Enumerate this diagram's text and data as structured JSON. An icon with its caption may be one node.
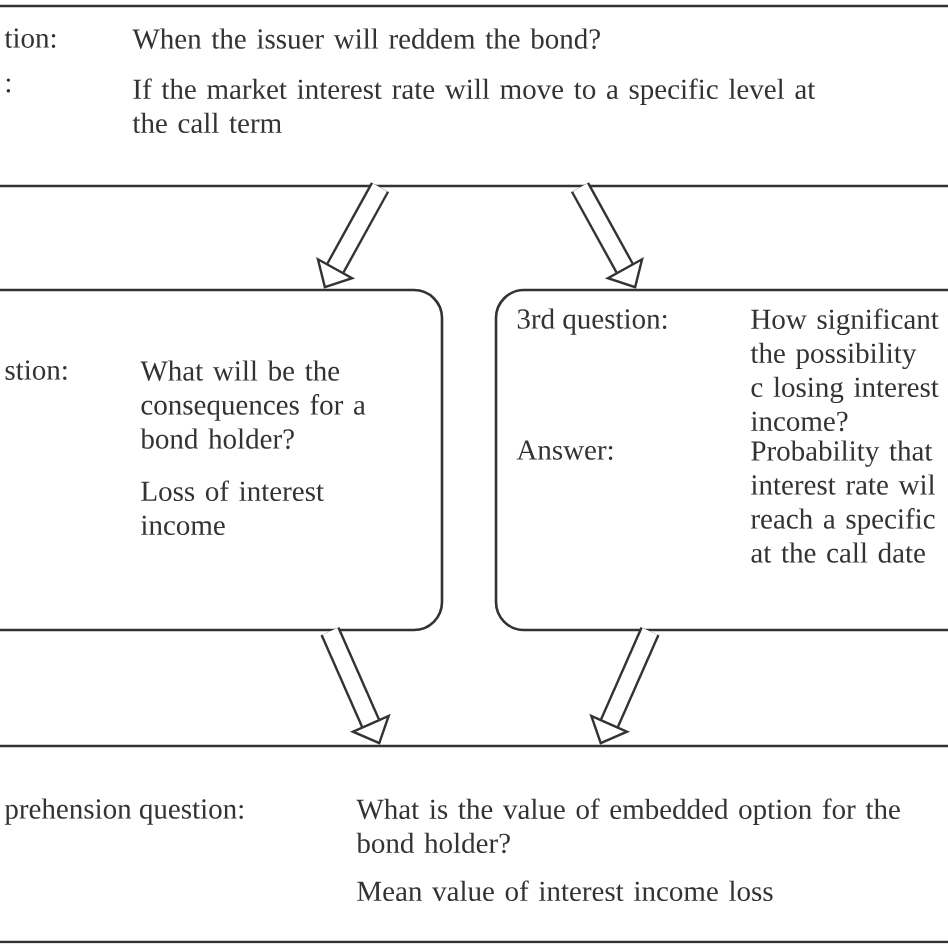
{
  "diagram": {
    "nodes": [
      {
        "text": [
          "tion:",
          "When the issuer will reddem the bond?",
          ":",
          "If the market interest rate will move to a specific level at the call term"
        ]
      },
      {
        "text": [
          "stion:",
          "What will be the consequences for a bond holder?",
          "Loss of interest income"
        ]
      },
      {
        "text": [
          "3rd question:",
          "How significant the possibility c losing interest income?",
          "Answer:",
          "Probability that interest rate wil reach a specific at the call date"
        ]
      },
      {
        "text": [
          "prehension question:",
          "What is the value of embedded option for the bond holder?",
          "Mean value of interest income loss"
        ]
      }
    ],
    "edges": [
      {
        "from": 0,
        "to": 1,
        "arrow": "to"
      },
      {
        "from": 0,
        "to": 2,
        "arrow": "to"
      },
      {
        "from": 1,
        "to": 3,
        "arrow": "to"
      },
      {
        "from": 2,
        "to": 3,
        "arrow": "to"
      }
    ]
  }
}
